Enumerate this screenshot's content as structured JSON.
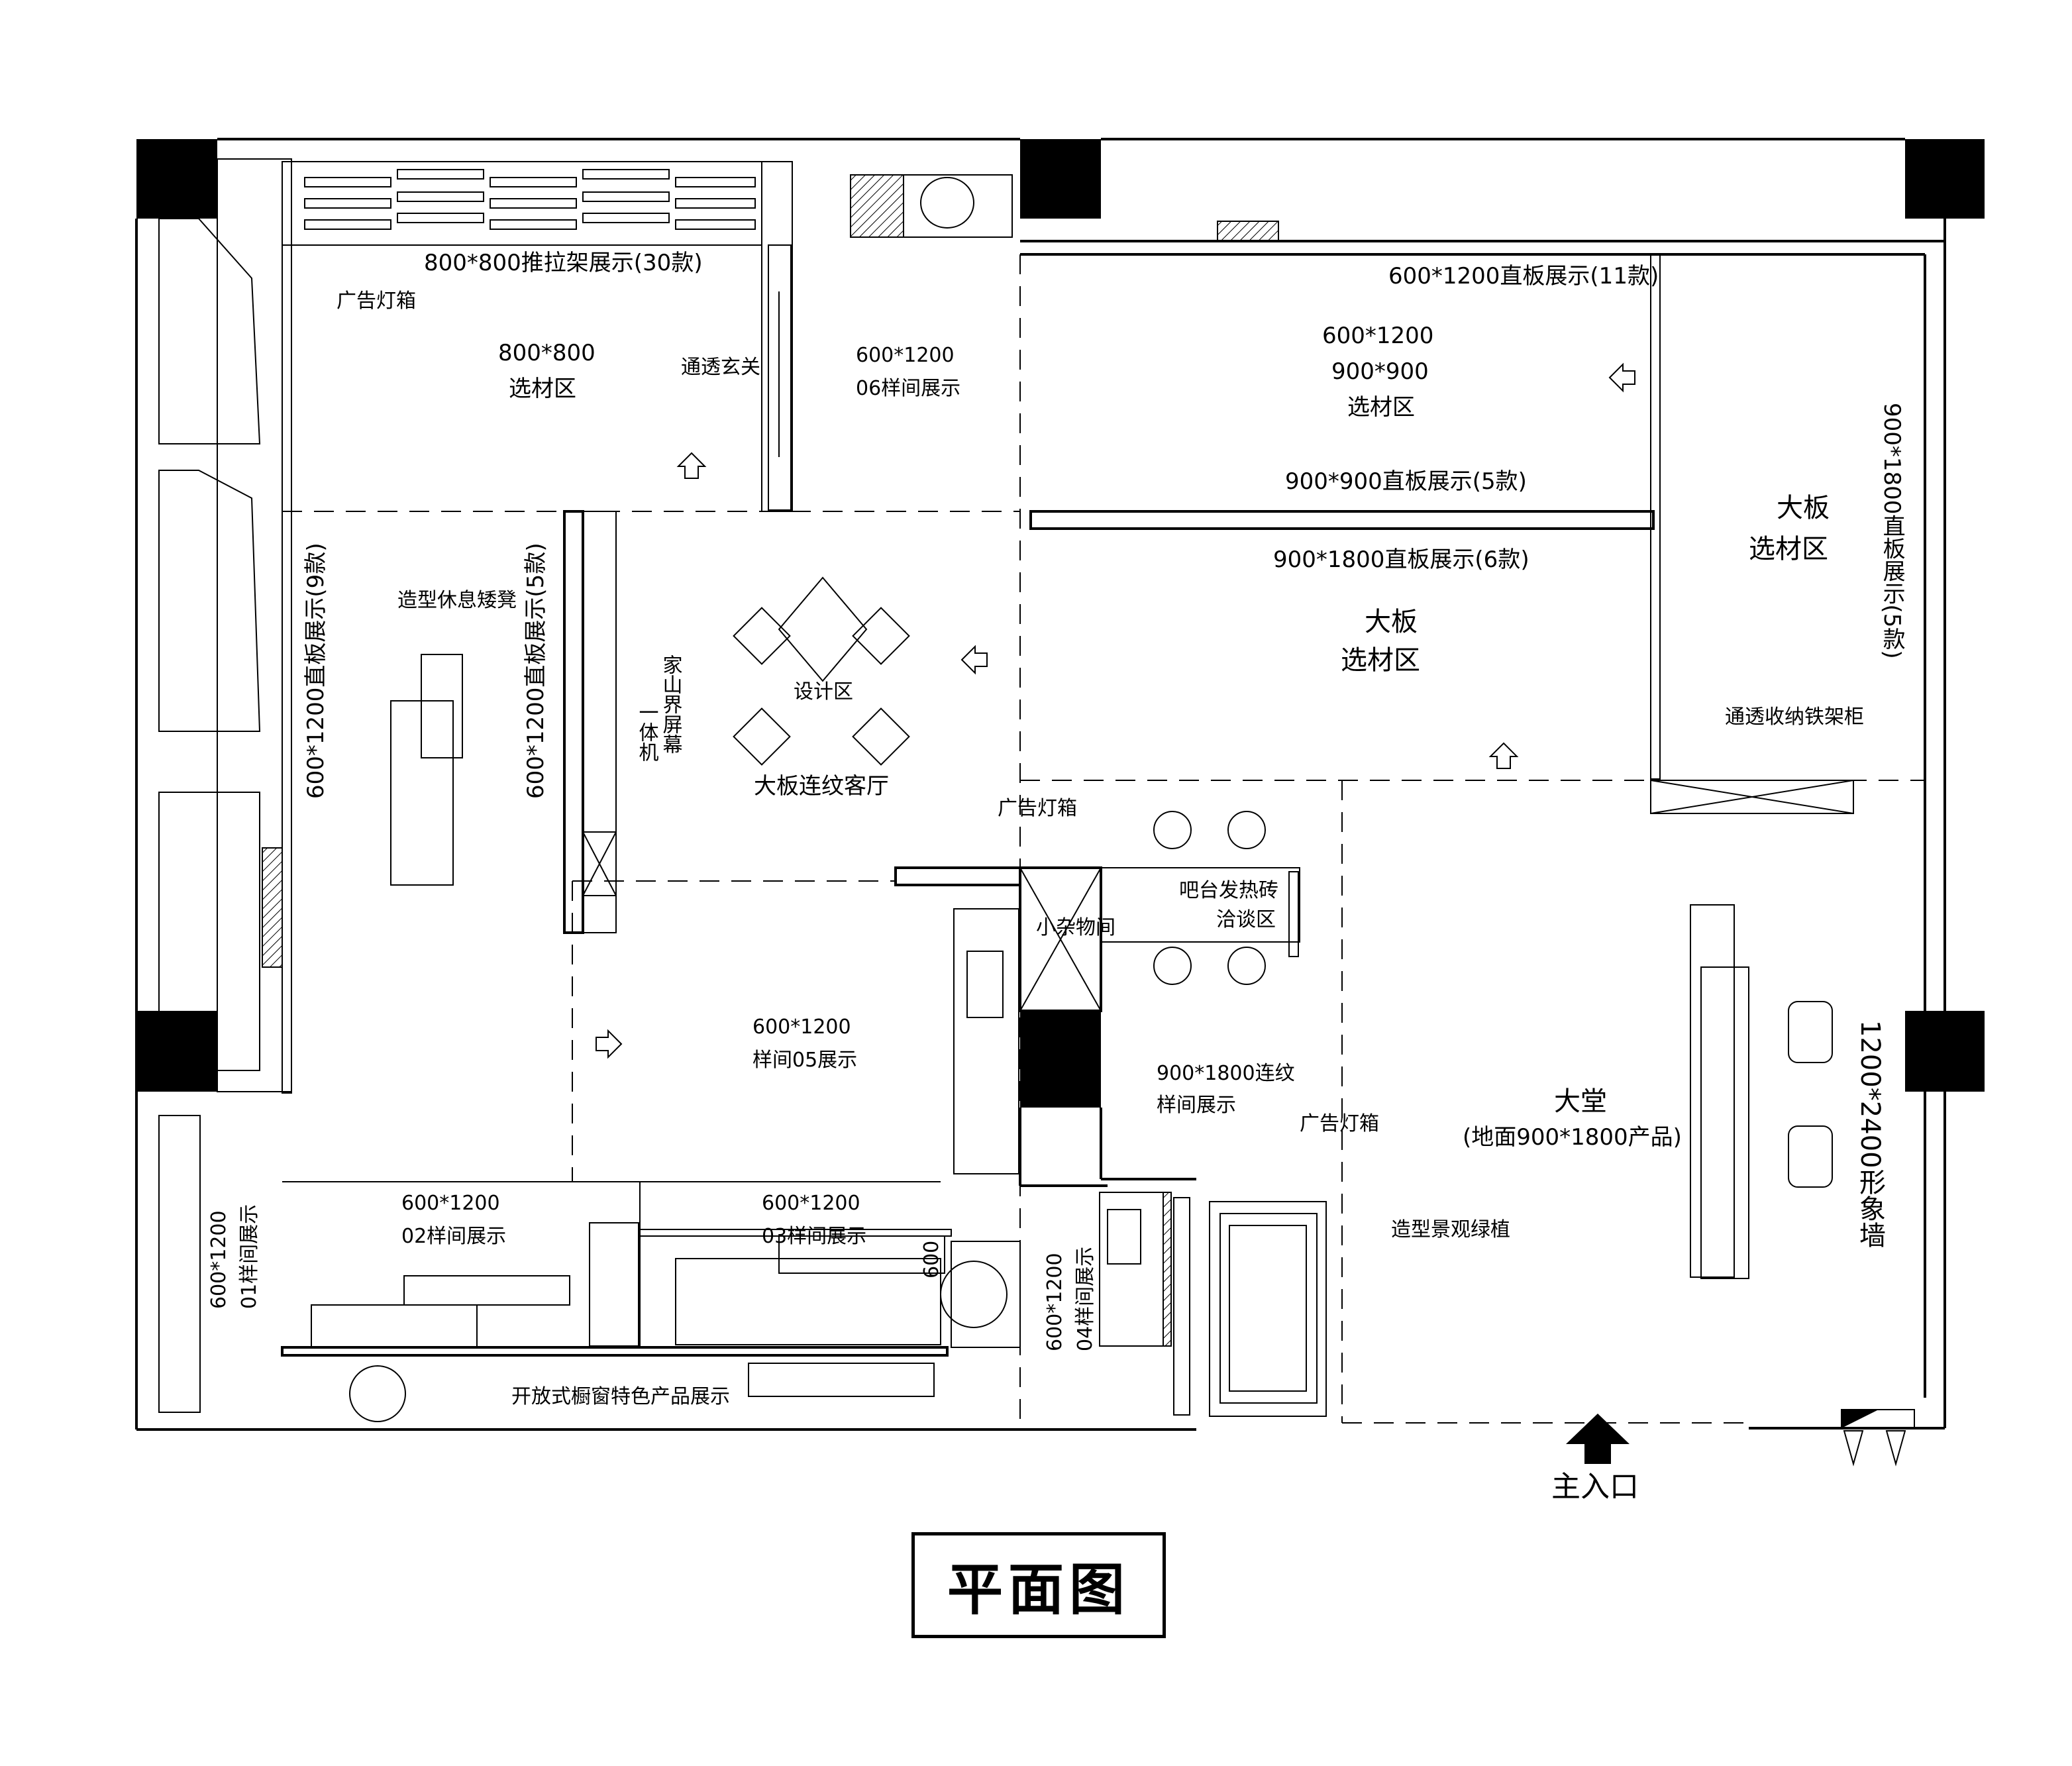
{
  "title": "平面图",
  "entrance": {
    "label": "主入口",
    "icon": "entrance-arrow-icon"
  },
  "zones": {
    "sliding_rack": "800*800推拉架展示(30款)",
    "ad_lightbox_1": "广告灯箱",
    "zone_800": {
      "line1": "800*800",
      "line2": "选材区"
    },
    "foyer": "通透玄关",
    "sample06": {
      "line1": "600*1200",
      "line2": "06样间展示"
    },
    "panel_11": "600*1200直板展示(11款)",
    "zone_600_900": {
      "line1": "600*1200",
      "line2": "900*900",
      "line3": "选材区"
    },
    "panel_900_5": "900*900直板展示(5款)",
    "panel_1800_6": "900*1800直板展示(6款)",
    "big_slab_center": {
      "line1": "大板",
      "line2": "选材区"
    },
    "big_slab_right": {
      "line1": "大板",
      "line2": "选材区"
    },
    "panel_1800_5": "900*1800直板展示(5款)",
    "iron_shelf": "通透收纳铁架柜",
    "panel_9": "600*1200直板展示(9款)",
    "panel_5": "600*1200直板展示(5款)",
    "bench": "造型休息矮凳",
    "screen": {
      "line1": "家山界屏幕",
      "line2": "一体机"
    },
    "design_zone": "设计区",
    "living_room": "大板连纹客厅",
    "ad_lightbox_2": "广告灯箱",
    "bar": {
      "line1": "吧台发热砖",
      "line2": "洽谈区"
    },
    "storage": "小杂物间",
    "sample05": {
      "line1": "600*1200",
      "line2": "样间05展示"
    },
    "continuous_1800": {
      "line1": "900*1800连纹",
      "line2": "样间展示"
    },
    "ad_lightbox_3": "广告灯箱",
    "lobby": {
      "line1": "大堂",
      "line2": "(地面900*1800产品)"
    },
    "image_wall": "1200*2400形象墙",
    "landscape": "造型景观绿植",
    "sample01": {
      "line1": "600*1200",
      "line2": "01样间展示"
    },
    "sample02": {
      "line1": "600*1200",
      "line2": "02样间展示"
    },
    "sample03": {
      "line1": "600*1200",
      "line2": "03样间展示"
    },
    "dim_600": "600",
    "sample04": {
      "line1": "600*1200",
      "line2": "04样间展示"
    },
    "shop_window": "开放式橱窗特色产品展示"
  },
  "colors": {
    "line": "#000000",
    "background": "#ffffff",
    "column": "#000000"
  }
}
